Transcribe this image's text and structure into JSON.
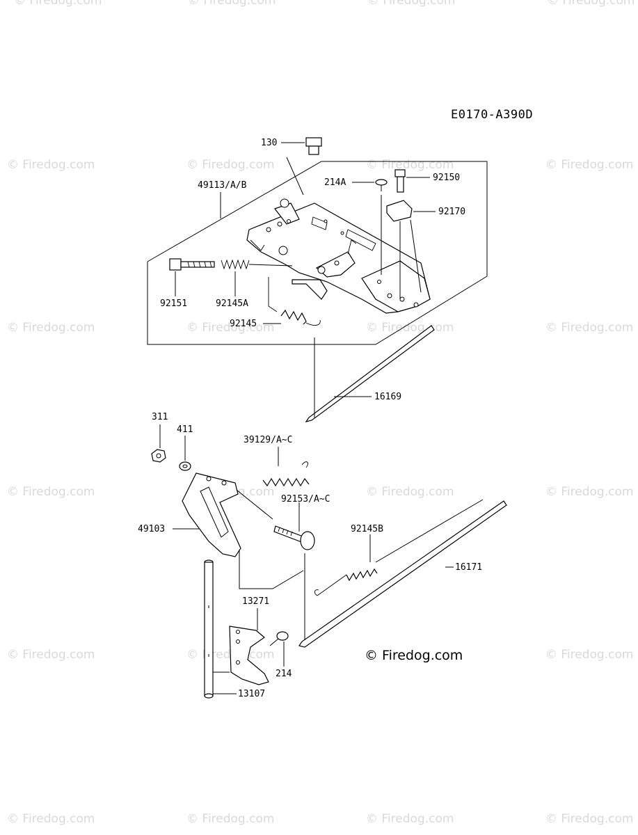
{
  "diagram_code": "E0170-A390D",
  "watermark_text": "© Firedog.com",
  "credit_text": "© Firedog.com",
  "part_labels": {
    "p130": "130",
    "p49113": "49113/A/B",
    "p214A": "214A",
    "p92150": "92150",
    "p92170": "92170",
    "p92151": "92151",
    "p92145A": "92145A",
    "p92145": "92145",
    "p16169": "16169",
    "p311": "311",
    "p411": "411",
    "p39129": "39129/A~C",
    "p92153": "92153/A~C",
    "p49103": "49103",
    "p92145B": "92145B",
    "p16171": "16171",
    "p13271": "13271",
    "p214": "214",
    "p13107": "13107"
  }
}
